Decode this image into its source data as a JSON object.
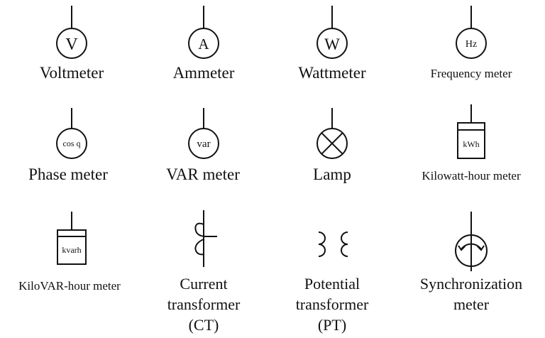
{
  "symbols": {
    "voltmeter": {
      "glyph": "V",
      "label": "Voltmeter"
    },
    "ammeter": {
      "glyph": "A",
      "label": "Ammeter"
    },
    "wattmeter": {
      "glyph": "W",
      "label": "Wattmeter"
    },
    "frequency_meter": {
      "glyph": "Hz",
      "label": "Frequency meter"
    },
    "phase_meter": {
      "glyph": "cos q",
      "label": "Phase meter"
    },
    "var_meter": {
      "glyph": "var",
      "label": "VAR meter"
    },
    "lamp": {
      "label": "Lamp"
    },
    "kilowatt_hour_meter": {
      "glyph": "kWh",
      "label": "Kilowatt-hour meter"
    },
    "kilovar_hour_meter": {
      "glyph": "kvarh",
      "label": "KiloVAR-hour meter"
    },
    "current_transformer": {
      "label_line1": "Current",
      "label_line2": "transformer",
      "label_line3": "(CT)"
    },
    "potential_transformer": {
      "label_line1": "Potential",
      "label_line2": "transformer",
      "label_line3": "(PT)"
    },
    "synchronization_meter": {
      "label_line1": "Synchronization",
      "label_line2": "meter"
    }
  }
}
